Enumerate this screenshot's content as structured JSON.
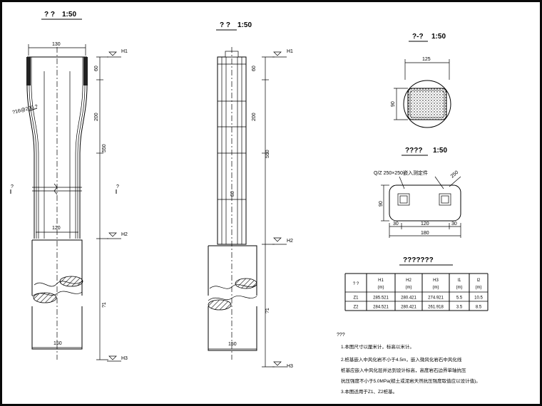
{
  "views": {
    "front": {
      "title": "? ?",
      "scale": "1:50"
    },
    "side": {
      "title": "? ?",
      "scale": "1:50"
    },
    "section": {
      "title": "?-?",
      "scale": "1:50"
    },
    "detail": {
      "title": "????",
      "scale": "1:50"
    }
  },
  "front_dims": {
    "top_width": "130",
    "d1": "60",
    "d2": "200",
    "total": "550",
    "lower_width": "120",
    "footing_width": "150",
    "footing_depth": "?1",
    "rebar_callout": "?16@200.?"
  },
  "side_dims": {
    "d1": "60",
    "d2": "200",
    "total": "550",
    "mid": "80",
    "footing_width": "150",
    "footing_depth": "?1"
  },
  "levels": {
    "h1": "H1",
    "h2": "H2",
    "h3": "H3"
  },
  "section_dims": {
    "width": "125",
    "height": "90"
  },
  "detail_dims": {
    "callout": "Q/Z 250×250嵌入测定件",
    "side_h": "90",
    "diag": "250",
    "left": "30",
    "mid": "120",
    "right": "30",
    "total": "180"
  },
  "table": {
    "title": "???????",
    "headers": [
      "? ?",
      "H1\n(m)",
      "H2\n(m)",
      "H3\n(m)",
      "l1\n(m)",
      "l2\n(m)"
    ],
    "rows": [
      [
        "Z1",
        "285.521",
        "280.421",
        "274.921",
        "5.5",
        "10.5"
      ],
      [
        "Z2",
        "284.521",
        "280.421",
        "261.918",
        "3.5",
        "8.5"
      ]
    ]
  },
  "notes": {
    "heading": "???",
    "items": [
      "1.本图尺寸以厘米计，标高以米计。",
      "2.桩基嵌入中风化岩不小于4.5m，嵌入微风化岩石中风化线",
      "   桩基应嵌入中风化层并达到设计标高，高度岩石边界单轴抗压",
      "   抗压强度不小于5.0MPa(糙土或泥岩天然抗压强度取值应以设计值)。",
      "3.本图适用于Z1、Z2桩基。"
    ]
  }
}
